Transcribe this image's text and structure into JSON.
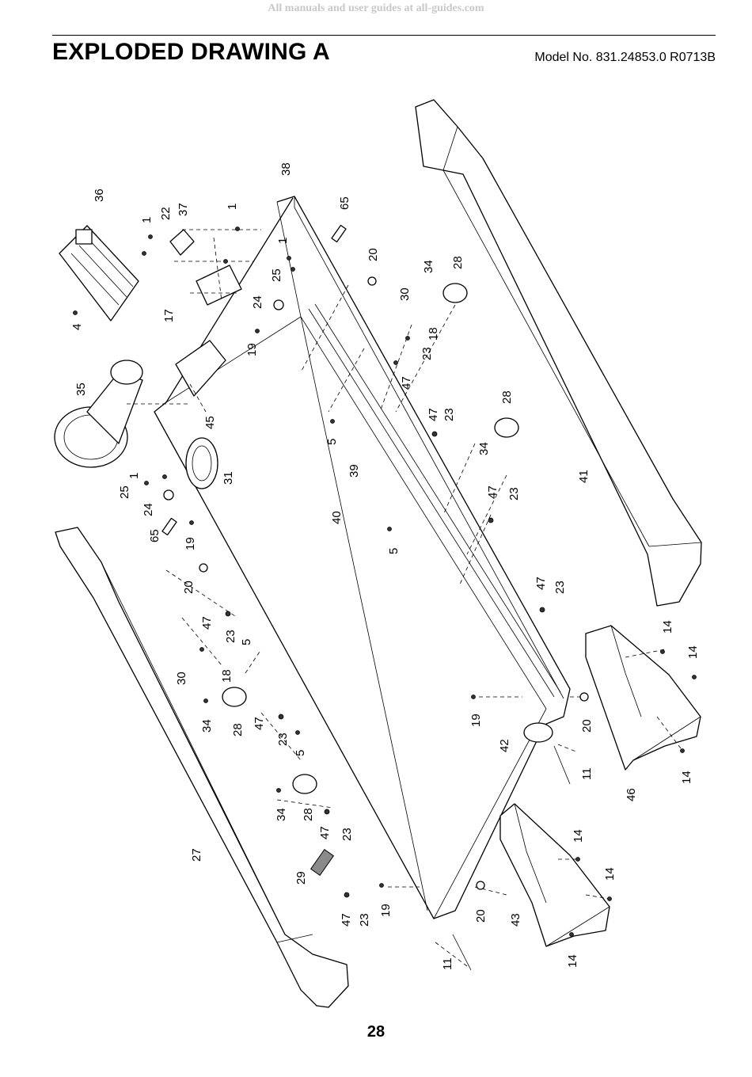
{
  "watermark": "All manuals and user guides at all-guides.com",
  "title": "EXPLODED DRAWING A",
  "model": "Model No. 831.24853.0 R0713B",
  "page_number": "28",
  "callouts": [
    {
      "id": "c36",
      "label": "36"
    },
    {
      "id": "c1a",
      "label": "1"
    },
    {
      "id": "c22",
      "label": "22"
    },
    {
      "id": "c37",
      "label": "37"
    },
    {
      "id": "c1b",
      "label": "1"
    },
    {
      "id": "c38",
      "label": "38"
    },
    {
      "id": "c65a",
      "label": "65"
    },
    {
      "id": "c1c",
      "label": "1"
    },
    {
      "id": "c25a",
      "label": "25"
    },
    {
      "id": "c20a",
      "label": "20"
    },
    {
      "id": "c4",
      "label": "4"
    },
    {
      "id": "c17",
      "label": "17"
    },
    {
      "id": "c24a",
      "label": "24"
    },
    {
      "id": "c19a",
      "label": "19"
    },
    {
      "id": "c30a",
      "label": "30"
    },
    {
      "id": "c34a",
      "label": "34"
    },
    {
      "id": "c28a",
      "label": "28"
    },
    {
      "id": "c18a",
      "label": "18"
    },
    {
      "id": "c23a",
      "label": "23"
    },
    {
      "id": "c47a",
      "label": "47"
    },
    {
      "id": "c35",
      "label": "35"
    },
    {
      "id": "c45",
      "label": "45"
    },
    {
      "id": "c5a",
      "label": "5"
    },
    {
      "id": "c47b",
      "label": "47"
    },
    {
      "id": "c23b",
      "label": "23"
    },
    {
      "id": "c28b",
      "label": "28"
    },
    {
      "id": "c34b",
      "label": "34"
    },
    {
      "id": "c1d",
      "label": "1"
    },
    {
      "id": "c25b",
      "label": "25"
    },
    {
      "id": "c31",
      "label": "31"
    },
    {
      "id": "c39",
      "label": "39"
    },
    {
      "id": "c41",
      "label": "41"
    },
    {
      "id": "c24b",
      "label": "24"
    },
    {
      "id": "c65b",
      "label": "65"
    },
    {
      "id": "c19b",
      "label": "19"
    },
    {
      "id": "c40",
      "label": "40"
    },
    {
      "id": "c47c",
      "label": "47"
    },
    {
      "id": "c23c",
      "label": "23"
    },
    {
      "id": "c5b",
      "label": "5"
    },
    {
      "id": "c20b",
      "label": "20"
    },
    {
      "id": "c47d",
      "label": "47"
    },
    {
      "id": "c23d",
      "label": "23"
    },
    {
      "id": "c47e",
      "label": "47"
    },
    {
      "id": "c23e",
      "label": "23"
    },
    {
      "id": "c5c",
      "label": "5"
    },
    {
      "id": "c14a",
      "label": "14"
    },
    {
      "id": "c14b",
      "label": "14"
    },
    {
      "id": "c30b",
      "label": "30"
    },
    {
      "id": "c18b",
      "label": "18"
    },
    {
      "id": "c34c",
      "label": "34"
    },
    {
      "id": "c28c",
      "label": "28"
    },
    {
      "id": "c19c",
      "label": "19"
    },
    {
      "id": "c20c",
      "label": "20"
    },
    {
      "id": "c47f",
      "label": "47"
    },
    {
      "id": "c23f",
      "label": "23"
    },
    {
      "id": "c5d",
      "label": "5"
    },
    {
      "id": "c42",
      "label": "42"
    },
    {
      "id": "c11a",
      "label": "11"
    },
    {
      "id": "c14c",
      "label": "14"
    },
    {
      "id": "c46",
      "label": "46"
    },
    {
      "id": "c34d",
      "label": "34"
    },
    {
      "id": "c28d",
      "label": "28"
    },
    {
      "id": "c47g",
      "label": "47"
    },
    {
      "id": "c23g",
      "label": "23"
    },
    {
      "id": "c27",
      "label": "27"
    },
    {
      "id": "c29",
      "label": "29"
    },
    {
      "id": "c14d",
      "label": "14"
    },
    {
      "id": "c14e",
      "label": "14"
    },
    {
      "id": "c43",
      "label": "43"
    },
    {
      "id": "c47h",
      "label": "47"
    },
    {
      "id": "c23h",
      "label": "23"
    },
    {
      "id": "c19d",
      "label": "19"
    },
    {
      "id": "c20d",
      "label": "20"
    },
    {
      "id": "c11b",
      "label": "11"
    },
    {
      "id": "c14f",
      "label": "14"
    }
  ]
}
